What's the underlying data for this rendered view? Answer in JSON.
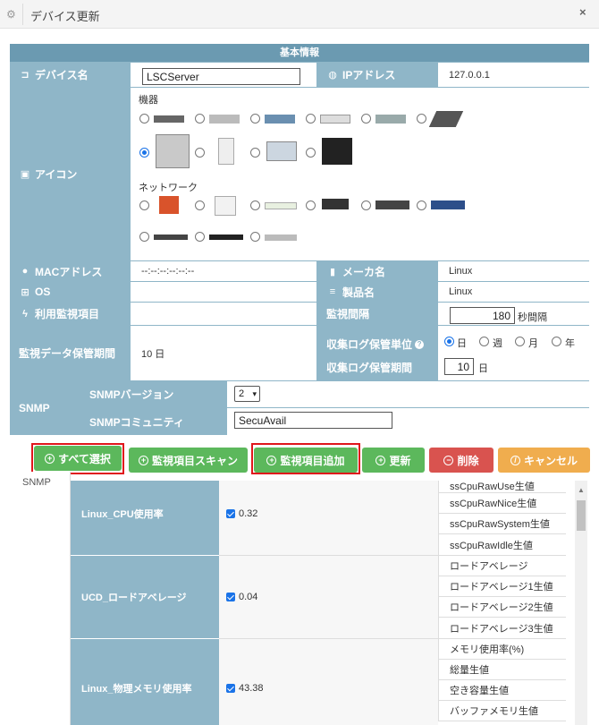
{
  "window": {
    "title": "デバイス更新",
    "close": "×"
  },
  "form": {
    "header": "基本情報",
    "device_name_label": "デバイス名",
    "device_name_value": "LSCServer",
    "ip_label": "IPアドレス",
    "ip_value": "127.0.0.1",
    "icon_label": "アイコン",
    "icon_group_equipment": "機器",
    "icon_group_network": "ネットワーク",
    "mac_label": "MACアドレス",
    "mac_value": "--:--:--:--:--:--",
    "maker_label": "メーカ名",
    "maker_value": "Linux",
    "os_label": "OS",
    "product_label": "製品名",
    "product_value": "Linux",
    "monitor_items_label": "利用監視項目",
    "interval_label": "監視間隔",
    "interval_value": "180",
    "interval_unit": "秒間隔",
    "retention_label": "監視データ保管期間",
    "retention_value": "10 日",
    "log_unit_label": "収集ログ保管単位",
    "log_period_label": "収集ログ保管期間",
    "log_units": [
      "日",
      "週",
      "月",
      "年"
    ],
    "log_unit_selected": "日",
    "log_period_value": "10",
    "log_period_unit": "日",
    "snmp_label": "SNMP",
    "snmp_version_label": "SNMPバージョン",
    "snmp_version_value": "2",
    "snmp_community_label": "SNMPコミュニティ",
    "snmp_community_value": "SecuAvail"
  },
  "buttons": {
    "select_all": "すべて選択",
    "scan": "監視項目スキャン",
    "add_item": "監視項目追加",
    "update": "更新",
    "delete": "削除",
    "cancel": "キャンセル"
  },
  "left_tab": "SNMP",
  "items": [
    {
      "name": "Linux_CPU使用率",
      "value": "0.32",
      "subs": [
        "ssCpuRawUse生値",
        "ssCpuRawNice生値",
        "ssCpuRawSystem生値",
        "ssCpuRawIdle生値"
      ]
    },
    {
      "name": "UCD_ロードアベレージ",
      "value": "0.04",
      "subs": [
        "ロードアベレージ",
        "ロードアベレージ1生値",
        "ロードアベレージ2生値",
        "ロードアベレージ3生値"
      ]
    },
    {
      "name": "Linux_物理メモリ使用率",
      "value": "43.38",
      "subs": [
        "メモリ使用率(%)",
        "総量生値",
        "空き容量生値",
        "バッファメモリ生値"
      ]
    }
  ],
  "colors": {
    "header": "#6b9ab1",
    "label": "#8fb6c8",
    "green": "#5cb85c",
    "red": "#d9534f",
    "orange": "#f0ad4e",
    "highlight": "#e0161c"
  }
}
